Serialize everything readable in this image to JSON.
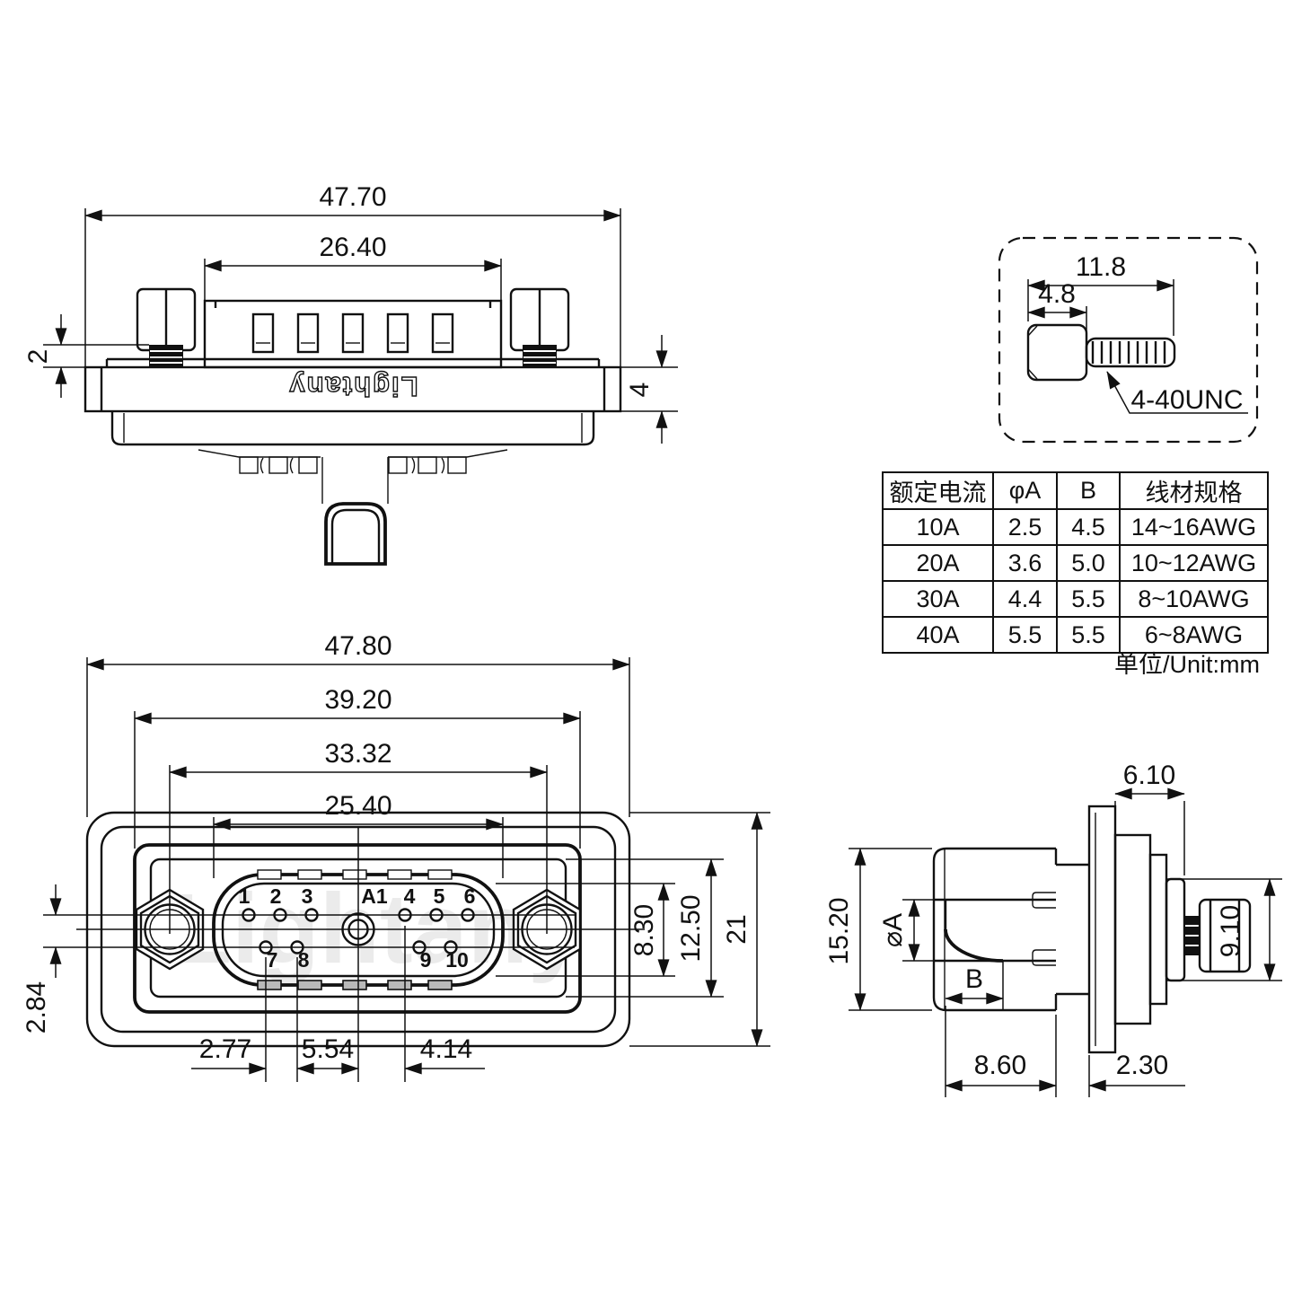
{
  "brand": "Lightany",
  "top_view": {
    "dim_overall_width": "47.70",
    "dim_body_width": "26.40",
    "dim_lip": "2",
    "dim_flange": "4",
    "logo": "Lightany"
  },
  "screw_detail": {
    "dim_total_length": "11.8",
    "dim_head_length": "4.8",
    "thread_spec": "4-40UNC"
  },
  "spec_table": {
    "headers": [
      "额定电流",
      "φA",
      "B",
      "线材规格"
    ],
    "rows": [
      [
        "10A",
        "2.5",
        "4.5",
        "14~16AWG"
      ],
      [
        "20A",
        "3.6",
        "5.0",
        "10~12AWG"
      ],
      [
        "30A",
        "4.4",
        "5.5",
        "8~10AWG"
      ],
      [
        "40A",
        "5.5",
        "5.5",
        "6~8AWG"
      ]
    ],
    "unit_note": "单位/Unit:mm"
  },
  "front_view": {
    "dim_overall_width": "47.80",
    "dim_shell_width": "39.20",
    "dim_mount_spacing": "33.32",
    "dim_opening_width": "25.40",
    "dim_opening_height": "8.30",
    "dim_shell_height": "12.50",
    "dim_overall_height": "21",
    "dim_row_offset": "2.84",
    "dim_pin_pitch": "2.77",
    "dim_pin_to_center": "5.54",
    "dim_center_to_pin": "4.14",
    "pins": [
      "1",
      "2",
      "3",
      "A1",
      "4",
      "5",
      "6",
      "7",
      "8",
      "9",
      "10"
    ],
    "watermark": "Lightany"
  },
  "side_view": {
    "dim_front_depth": "6.10",
    "dim_body_height": "15.20",
    "dim_nut_height": "9.10",
    "dim_barrel_length": "8.60",
    "dim_flange_thickness": "2.30",
    "label_diameter": "⌀A",
    "label_b": "B"
  }
}
